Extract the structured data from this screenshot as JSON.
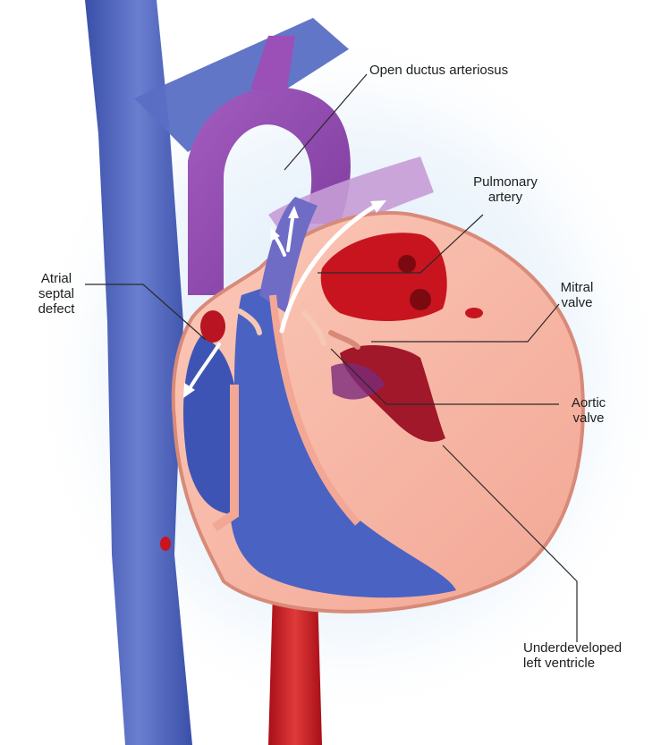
{
  "labels": {
    "open_ductus": [
      "Open ductus arteriosus"
    ],
    "pulmonary_artery": [
      "Pulmonary",
      "artery"
    ],
    "atrial_septal_defect": [
      "Atrial",
      "septal",
      "defect"
    ],
    "mitral_valve": [
      "Mitral",
      "valve"
    ],
    "aortic_valve": [
      "Aortic",
      "valve"
    ],
    "underdeveloped_lv": [
      "Underdeveloped",
      "left ventricle"
    ]
  },
  "colors": {
    "deoxygenated": "#4a5fb8",
    "oxygenated": "#c8141e",
    "mixed": "#8d46a6",
    "muscle": "#f7b8a8",
    "muscle_edge": "#d88a78",
    "glow": "#cfe4f7"
  }
}
